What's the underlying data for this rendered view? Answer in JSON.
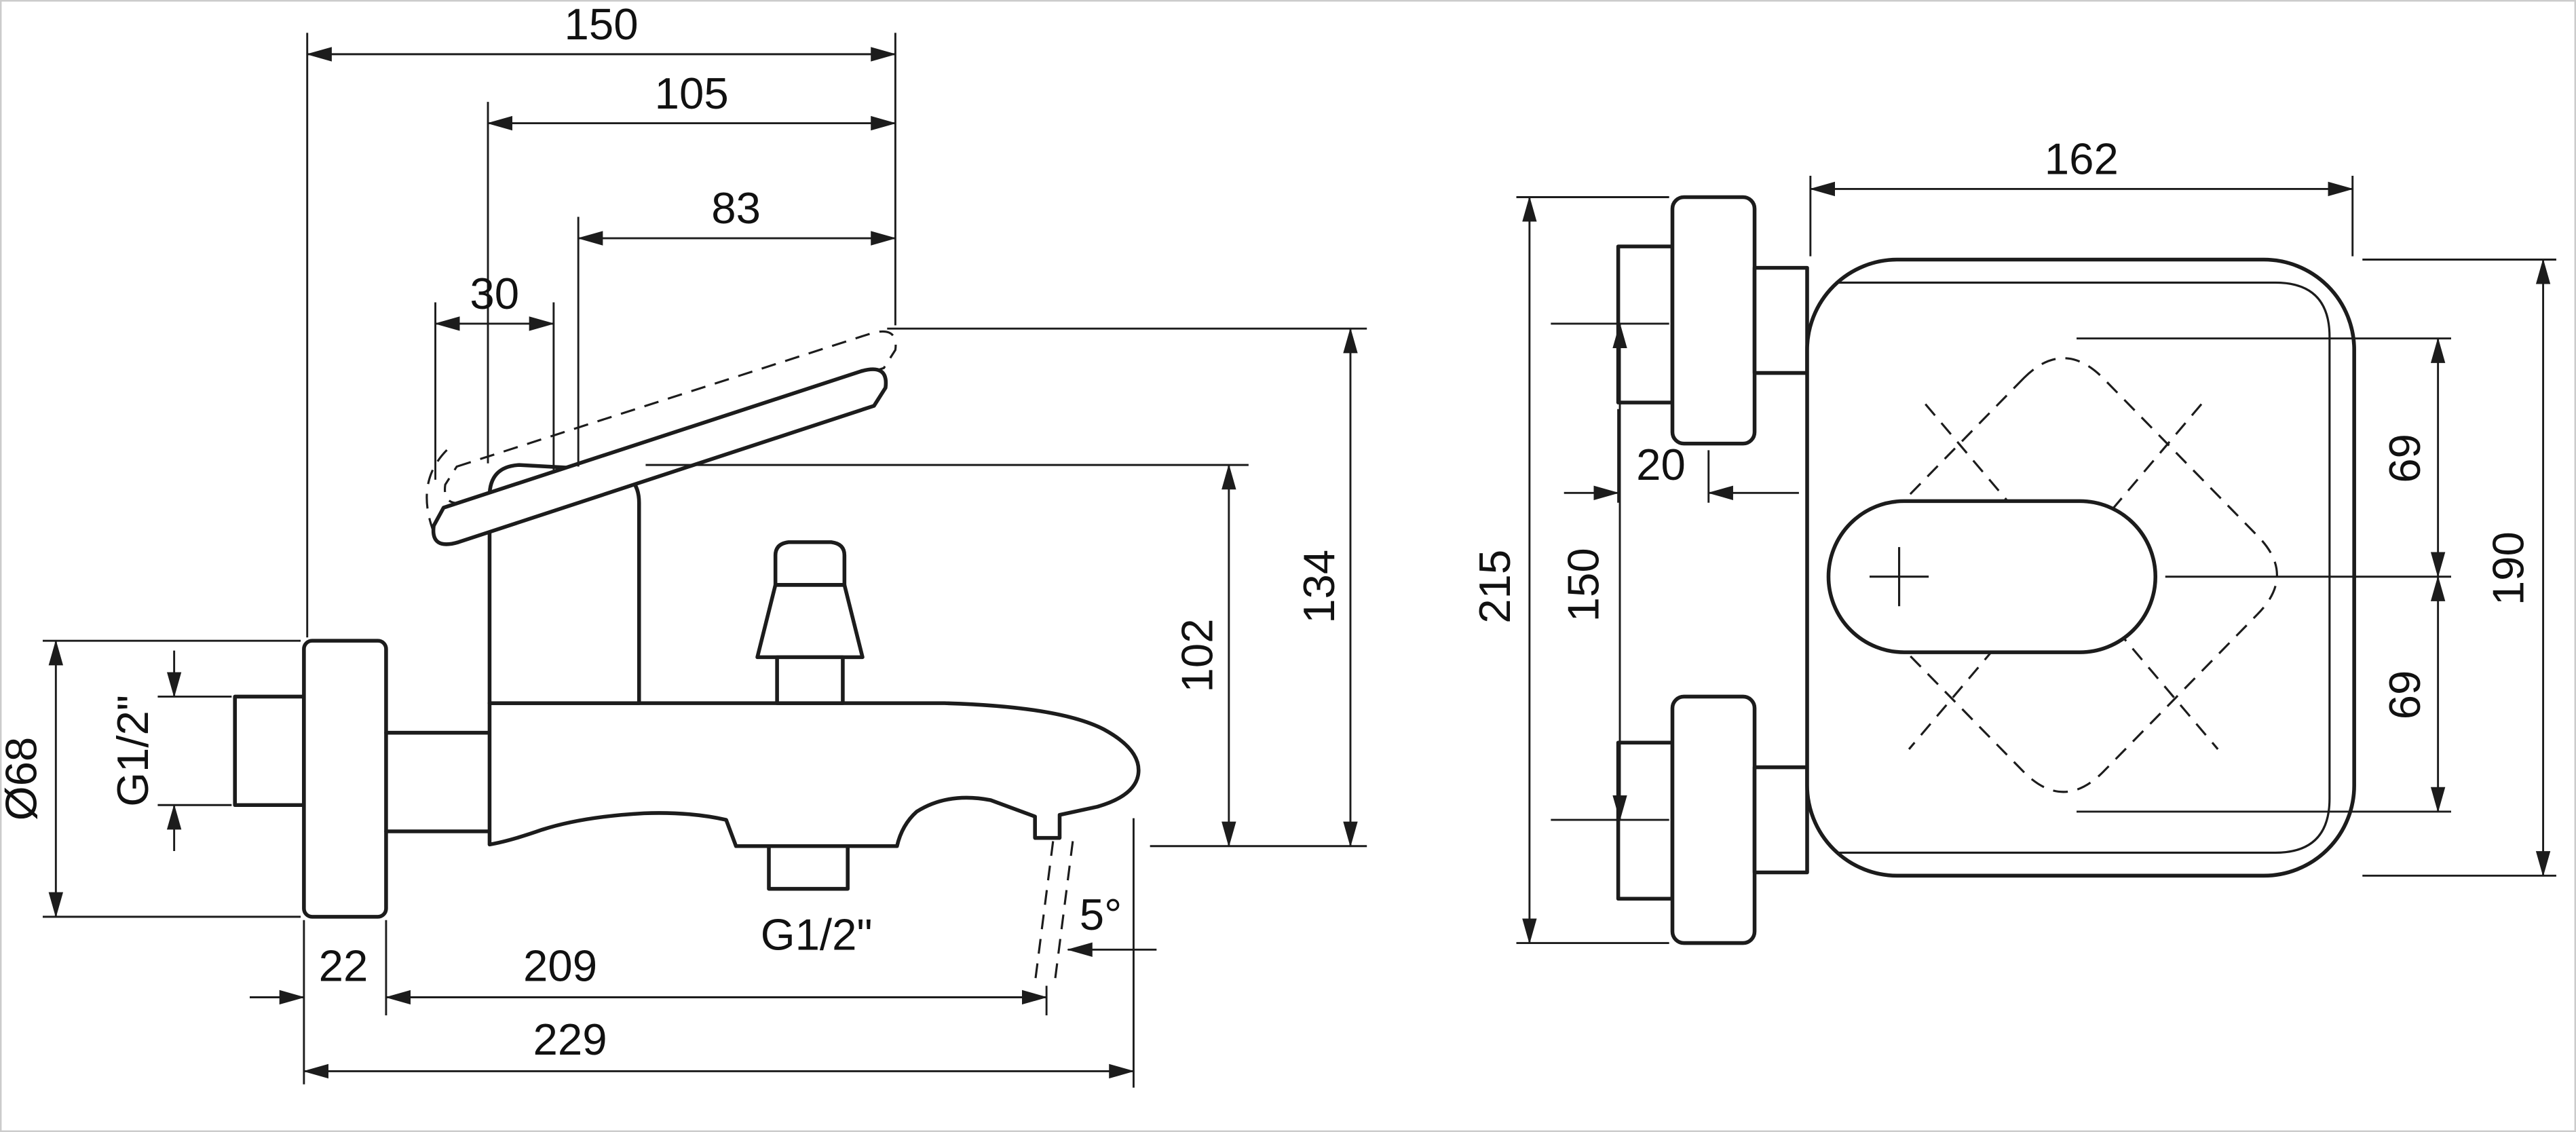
{
  "side_view": {
    "dims": {
      "reach_150": "150",
      "reach_105": "105",
      "reach_83": "83",
      "lever_30": "30",
      "escutcheon_dia": "Ø68",
      "inlet_thread": "G1/2\"",
      "height_134": "134",
      "height_102": "102",
      "depth_22": "22",
      "reach_209": "209",
      "reach_229": "229",
      "outlet_thread": "G1/2\"",
      "spout_angle": "5°"
    }
  },
  "front_view": {
    "dims": {
      "width_162": "162",
      "thread_len_20": "20",
      "height_215": "215",
      "centers_150": "150",
      "offset_69_top": "69",
      "offset_69_bottom": "69",
      "height_190": "190"
    }
  }
}
